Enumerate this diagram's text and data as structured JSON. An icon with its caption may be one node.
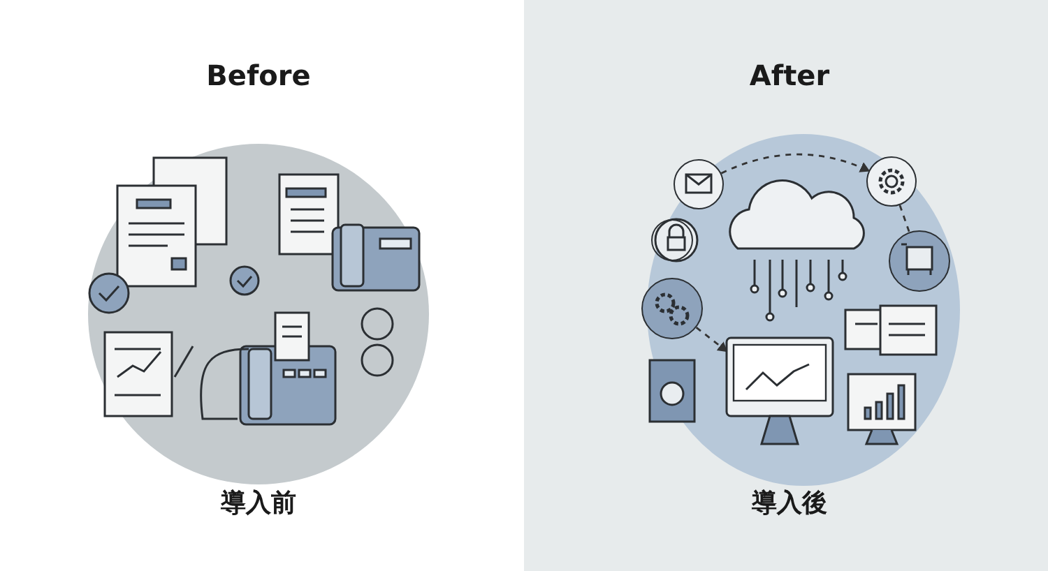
{
  "diagram": {
    "nodes": [
      {
        "text": [],
        "shape": "circle"
      },
      {
        "text": [],
        "shape": "circle"
      },
      {
        "text": [],
        "shape": "circle"
      },
      {
        "text": [],
        "shape": "circle"
      },
      {
        "text": [],
        "shape": "circle"
      },
      {
        "text": [],
        "shape": "picture"
      }
    ],
    "edges": [
      {
        "from": 0,
        "to": 1,
        "arrow": "to",
        "style": "dashed"
      },
      {
        "from": 1,
        "to": 3,
        "arrow": "none",
        "style": "dashed"
      },
      {
        "from": 4,
        "to": 5,
        "arrow": "to",
        "style": "dashed"
      }
    ],
    "labels": [
      "Before",
      "導入前",
      "After",
      "導入後"
    ]
  }
}
